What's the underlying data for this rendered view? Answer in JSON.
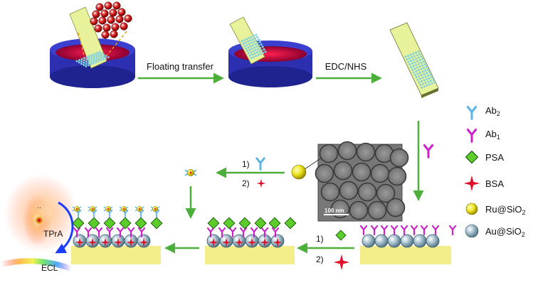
{
  "steps": {
    "floating_transfer": "Floating transfer",
    "edc_nhs": "EDC/NHS",
    "step1_num": "1)",
    "step2_num": "2)"
  },
  "legend": {
    "ab2": {
      "base": "Ab",
      "sub": "2"
    },
    "ab1": {
      "base": "Ab",
      "sub": "1"
    },
    "psa": "PSA",
    "bsa": "BSA",
    "ru": {
      "base": "Ru@SiO",
      "sub": "2"
    },
    "au": {
      "base": "Au@SiO",
      "sub": "2"
    }
  },
  "tem": {
    "scale_label": "100 nm"
  },
  "ecl": {
    "tpra": "TPrA",
    "ecl": "ECL",
    "dots": ".."
  },
  "colors": {
    "arrow": "#4caf3a",
    "dish_blue": "#2b2fb0",
    "dish_red": "#b0103a",
    "slide": "#e8f29a",
    "substrate": "#f4ee8a",
    "ab1": "#cc22cc",
    "ab2": "#5ab4ea",
    "psa": "#5ccc2a",
    "bsa": "#e0102a",
    "ru": "#e8e020",
    "au": "#9fb8c4"
  }
}
